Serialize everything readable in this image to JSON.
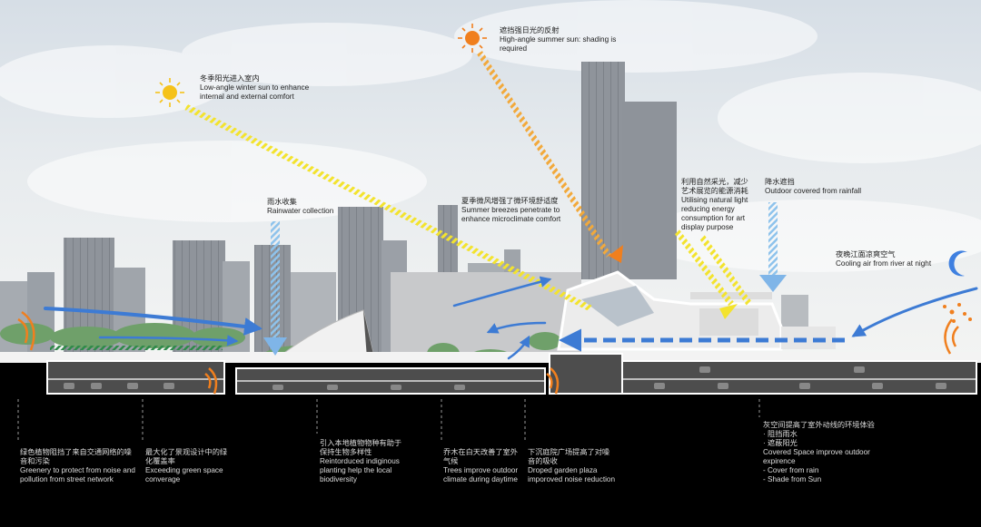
{
  "annotations_top": [
    {
      "id": "summer-sun",
      "lines": [
        "遮挡强日光的反射",
        "High-angle summer sun: shading is",
        "required"
      ]
    },
    {
      "id": "winter-sun",
      "lines": [
        "冬季阳光进入室内",
        "Low-angle winter sun to enhance",
        "internal and external comfort"
      ]
    },
    {
      "id": "rainwater",
      "lines": [
        "雨水收集",
        "Rainwater collection"
      ]
    },
    {
      "id": "breezes",
      "lines": [
        "夏季微风增强了微环境舒适度",
        "Summer breezes penetrate to",
        "enhance microclimate comfort"
      ]
    },
    {
      "id": "natural-light",
      "lines": [
        "利用自然采光，减少",
        "艺术展览的能源消耗",
        "Utilising natural light",
        "reducing energy",
        "consumption for art",
        "display purpose"
      ]
    },
    {
      "id": "rainfall",
      "lines": [
        "降水遮挡",
        "Outdoor covered from rainfall"
      ]
    },
    {
      "id": "cooling-air",
      "lines": [
        "夜晚江面凉爽空气",
        "Cooling air from river at night"
      ]
    }
  ],
  "annotations_bottom": [
    {
      "id": "greenery-noise",
      "lines": [
        "绿色植物阻挡了来自交通网络的噪",
        "音和污染",
        "Greenery to protect from noise and",
        "pollution from street network"
      ]
    },
    {
      "id": "green-coverage",
      "lines": [
        "最大化了景观设计中的绿",
        "化覆盖率",
        "Exceeding green space",
        "converage"
      ]
    },
    {
      "id": "biodiversity",
      "lines": [
        "引入本地植物物种有助于",
        "保持生物多样性",
        "Reintorduced indiginous",
        "planting help the local",
        "biodiversity"
      ]
    },
    {
      "id": "trees-climate",
      "lines": [
        "乔木在白天改善了室外",
        "气候",
        "Trees improve outdoor",
        "climate during daytime"
      ]
    },
    {
      "id": "garden-noise",
      "lines": [
        "下沉庭院广场提高了对噪",
        "音的吸收",
        "Droped garden plaza",
        "imporoved noise reduction"
      ]
    },
    {
      "id": "covered-space",
      "lines": [
        "灰空间提高了室外动线的环境体验",
        "·  阻挡雨水",
        "·  遮蔽阳光",
        "Covered Space improve outdoor",
        "expirence",
        "- Cover from rain",
        "- Shade from Sun"
      ]
    }
  ],
  "colors": {
    "sun": "#f5b51a",
    "sun_ray": "#f2a93b",
    "wind": "#3d7bd4",
    "rain": "#8ec3ec",
    "noise": "#f07f1e",
    "light_ray": "#f3e32e",
    "greenery": "#2f8a4a",
    "night_moon": "#3f80e0"
  }
}
